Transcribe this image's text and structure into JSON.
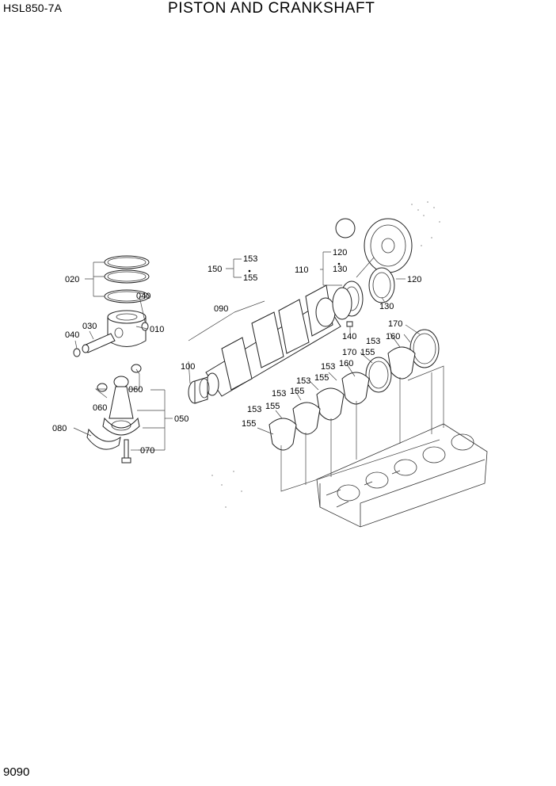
{
  "header": {
    "model": "HSL850-7A",
    "title": "PISTON AND CRANKSHAFT"
  },
  "footer": {
    "page_number": "9090"
  },
  "callouts": [
    {
      "id": "c020",
      "label": "020"
    },
    {
      "id": "c040a",
      "label": "040"
    },
    {
      "id": "c010",
      "label": "010"
    },
    {
      "id": "c040b",
      "label": "040"
    },
    {
      "id": "c030",
      "label": "030"
    },
    {
      "id": "c060a",
      "label": "060"
    },
    {
      "id": "c060b",
      "label": "060"
    },
    {
      "id": "c050",
      "label": "050"
    },
    {
      "id": "c080",
      "label": "080"
    },
    {
      "id": "c070",
      "label": "070"
    },
    {
      "id": "c150",
      "label": "150"
    },
    {
      "id": "c153a",
      "label": "153"
    },
    {
      "id": "c155a",
      "label": "155"
    },
    {
      "id": "c090",
      "label": "090"
    },
    {
      "id": "c100",
      "label": "100"
    },
    {
      "id": "c110",
      "label": "110"
    },
    {
      "id": "c120a",
      "label": "120"
    },
    {
      "id": "c130a",
      "label": "130"
    },
    {
      "id": "c120b",
      "label": "120"
    },
    {
      "id": "c130b",
      "label": "130"
    },
    {
      "id": "c140",
      "label": "140"
    },
    {
      "id": "c170a",
      "label": "170"
    },
    {
      "id": "c153b",
      "label": "153"
    },
    {
      "id": "c160a",
      "label": "160"
    },
    {
      "id": "c170b",
      "label": "170"
    },
    {
      "id": "c155b",
      "label": "155"
    },
    {
      "id": "c153c",
      "label": "153"
    },
    {
      "id": "c160b",
      "label": "160"
    },
    {
      "id": "c153d",
      "label": "153"
    },
    {
      "id": "c155c",
      "label": "155"
    },
    {
      "id": "c160c",
      "label": "160"
    },
    {
      "id": "c153e",
      "label": "153"
    },
    {
      "id": "c155d",
      "label": "155"
    },
    {
      "id": "c153f",
      "label": "153"
    },
    {
      "id": "c155e",
      "label": "155"
    },
    {
      "id": "c155f",
      "label": "155"
    }
  ]
}
